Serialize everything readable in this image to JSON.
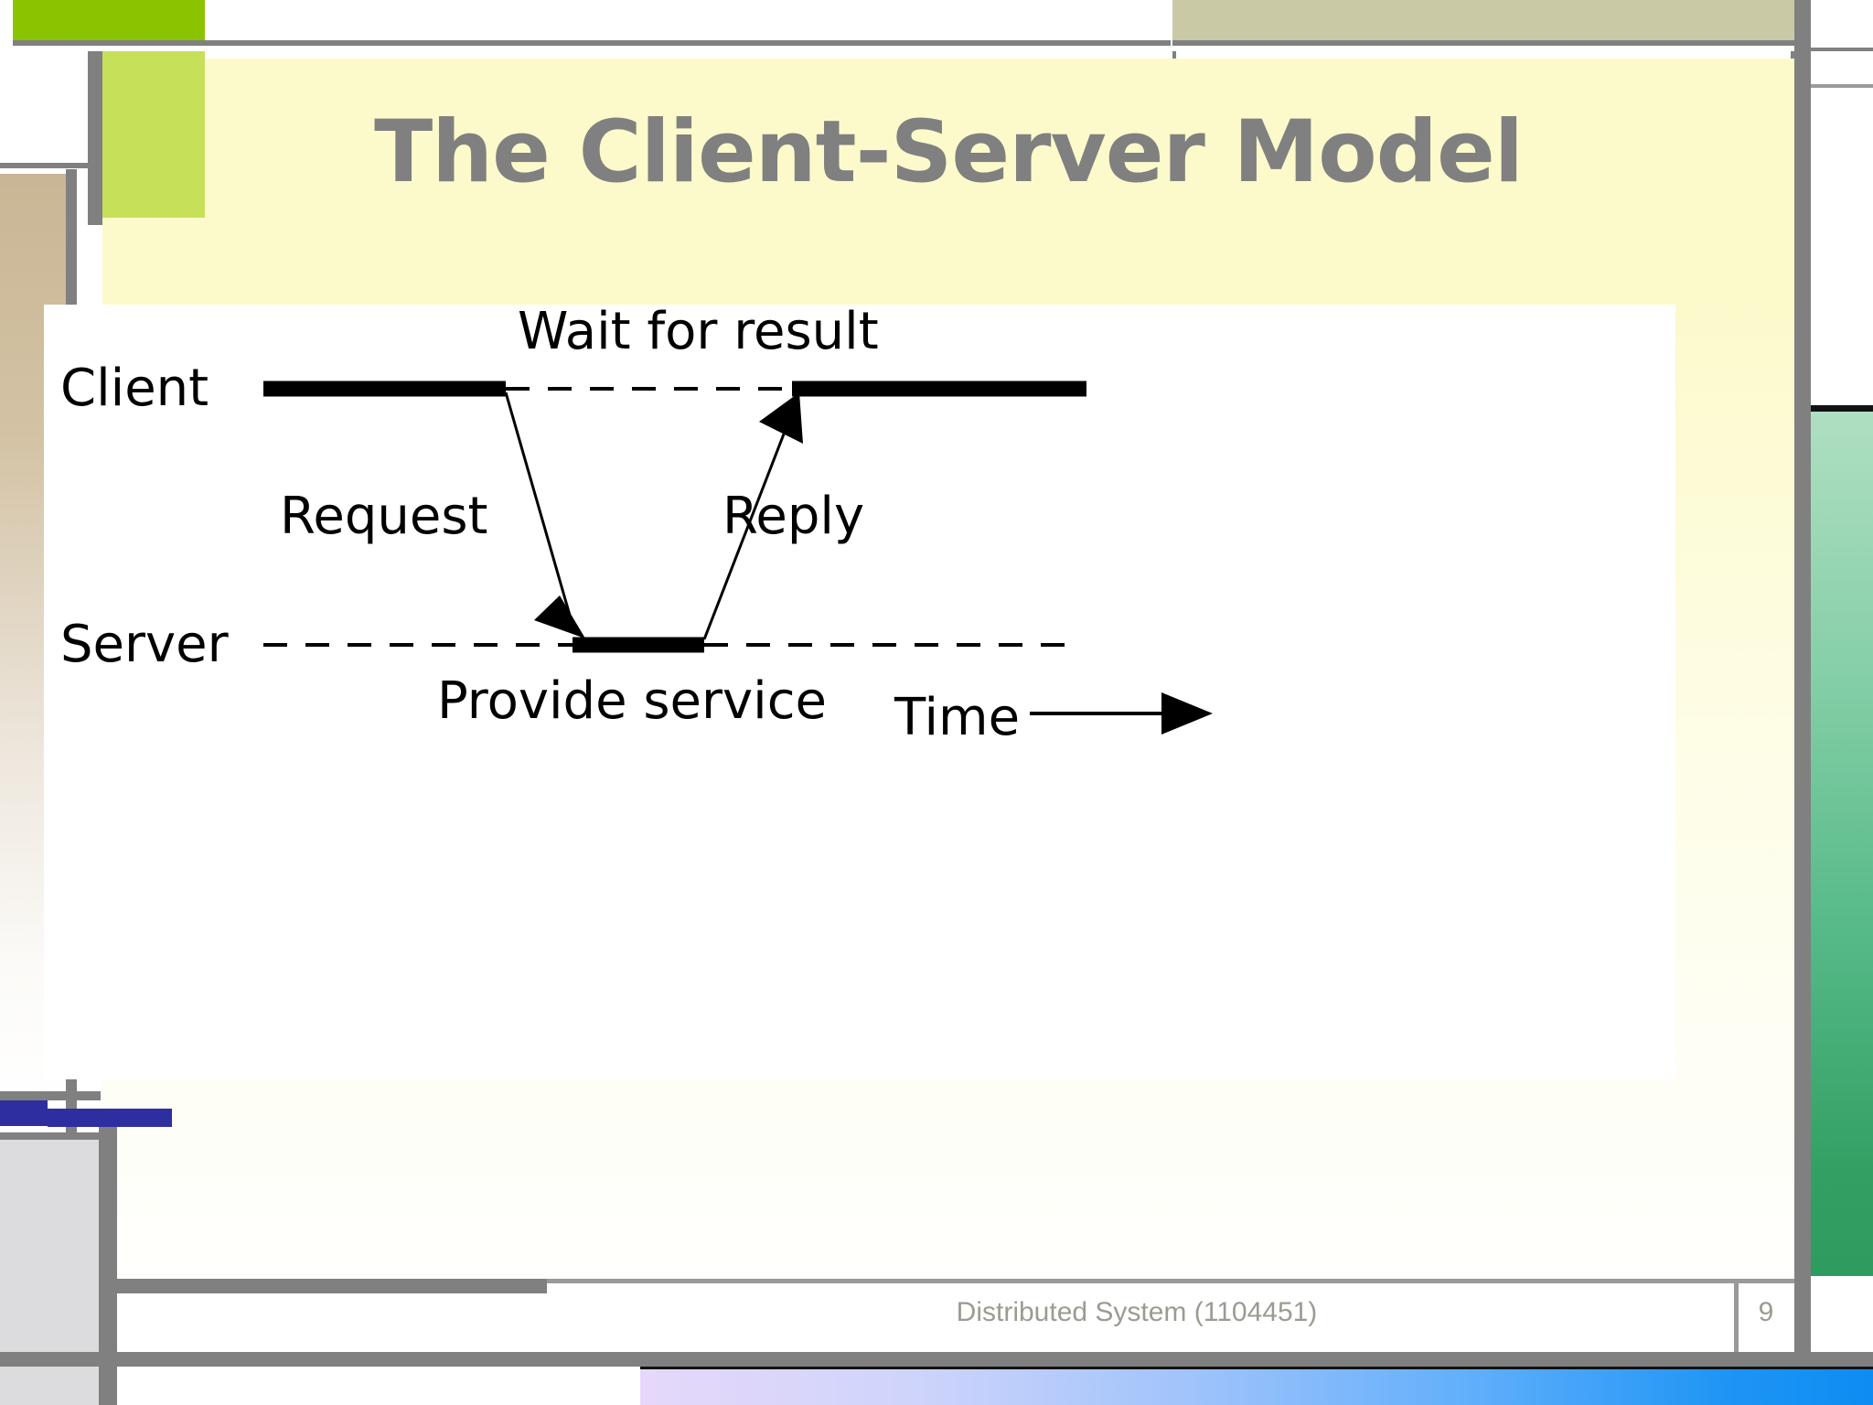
{
  "slide": {
    "title": "The Client-Server Model",
    "footer_text": "Distributed System (1104451)",
    "page_number": "9",
    "colors": {
      "title_gray": "#808080",
      "title_band": "#FCFACB",
      "accent_green_bright": "#8CC300",
      "accent_green_light": "#C6E05A",
      "accent_khaki": "#C9C9A5",
      "accent_tan": "#C9B695",
      "accent_blue": "#2E2EA0",
      "accent_green_gradient_top": "#AFDFC2",
      "accent_green_gradient_bottom": "#2E9C5E",
      "accent_bottom_gradient_left": "#E6D8FA",
      "accent_bottom_gradient_right": "#0E8CF2",
      "frame_gray": "#808080",
      "footer_text_gray": "#9b9b93"
    }
  },
  "diagram": {
    "type": "sequence-timeline",
    "labels": {
      "client": "Client",
      "server": "Server",
      "wait_for_result": "Wait for result",
      "request": "Request",
      "reply": "Reply",
      "provide_service": "Provide service",
      "time": "Time"
    },
    "icon_names": {
      "request_arrow": "request-arrow-icon",
      "reply_arrow": "reply-arrow-icon",
      "time_arrow": "time-arrow-icon"
    }
  },
  "chart_data": {
    "type": "timeline",
    "title": "The Client-Server Model",
    "lanes": [
      {
        "name": "Client",
        "y": 0,
        "segments": [
          {
            "style": "solid-thick",
            "label": "",
            "x_start": 0.0,
            "x_end": 0.28
          },
          {
            "style": "dashed",
            "label": "Wait for result",
            "x_start": 0.28,
            "x_end": 0.65
          },
          {
            "style": "solid-thick",
            "label": "",
            "x_start": 0.65,
            "x_end": 1.0
          }
        ]
      },
      {
        "name": "Server",
        "y": 1,
        "segments": [
          {
            "style": "dashed",
            "label": "",
            "x_start": 0.0,
            "x_end": 0.37
          },
          {
            "style": "solid-thick",
            "label": "Provide service",
            "x_start": 0.37,
            "x_end": 0.52
          },
          {
            "style": "dashed",
            "label": "",
            "x_start": 0.52,
            "x_end": 0.99
          }
        ]
      }
    ],
    "messages": [
      {
        "label": "Request",
        "from": "Client",
        "to": "Server",
        "from_x": 0.28,
        "to_x": 0.37,
        "direction": "down"
      },
      {
        "label": "Reply",
        "from": "Server",
        "to": "Client",
        "from_x": 0.52,
        "to_x": 0.65,
        "direction": "up"
      }
    ],
    "axis": {
      "label": "Time",
      "direction": "left-to-right",
      "arrow": true
    },
    "grid": false,
    "legend": false
  }
}
